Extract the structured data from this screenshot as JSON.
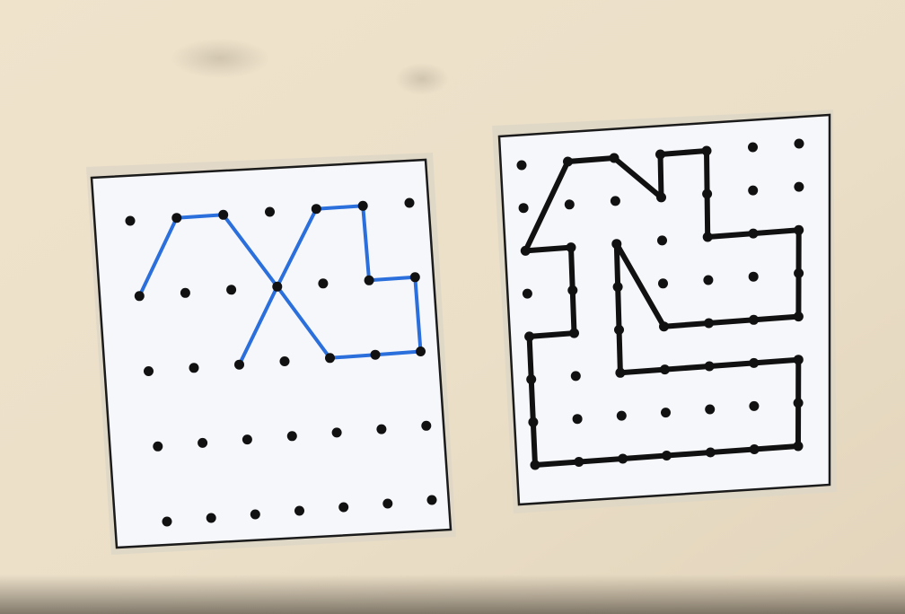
{
  "photo": {
    "background_color": "#ece1ca",
    "left_card": {
      "grid": {
        "columns": 7,
        "rows": 5
      },
      "line_color": "#2a6fdb",
      "dot_color": "#111111",
      "paths": [
        [
          [
            0,
            1
          ],
          [
            1,
            0
          ],
          [
            2,
            0
          ],
          [
            3,
            1
          ],
          [
            4,
            2
          ]
        ],
        [
          [
            2,
            2
          ],
          [
            3,
            1
          ],
          [
            4,
            0
          ],
          [
            5,
            0
          ],
          [
            5,
            1
          ],
          [
            6,
            1
          ],
          [
            6,
            2
          ],
          [
            5,
            2
          ],
          [
            4,
            2
          ]
        ]
      ]
    },
    "right_card": {
      "grid": {
        "columns": 7,
        "rows": 8
      },
      "line_color": "#111111",
      "dot_color": "#111111",
      "paths": [
        [
          [
            0,
            2
          ],
          [
            1,
            2
          ],
          [
            1,
            4
          ],
          [
            0,
            4
          ],
          [
            0,
            7
          ],
          [
            6,
            7
          ],
          [
            6,
            5
          ],
          [
            2,
            5
          ],
          [
            2,
            2
          ],
          [
            3,
            4
          ],
          [
            6,
            4
          ],
          [
            6,
            2
          ],
          [
            4,
            2
          ],
          [
            4,
            0
          ],
          [
            3,
            0
          ],
          [
            3,
            1
          ],
          [
            2,
            0
          ],
          [
            1,
            0
          ],
          [
            0,
            2
          ]
        ]
      ]
    }
  }
}
